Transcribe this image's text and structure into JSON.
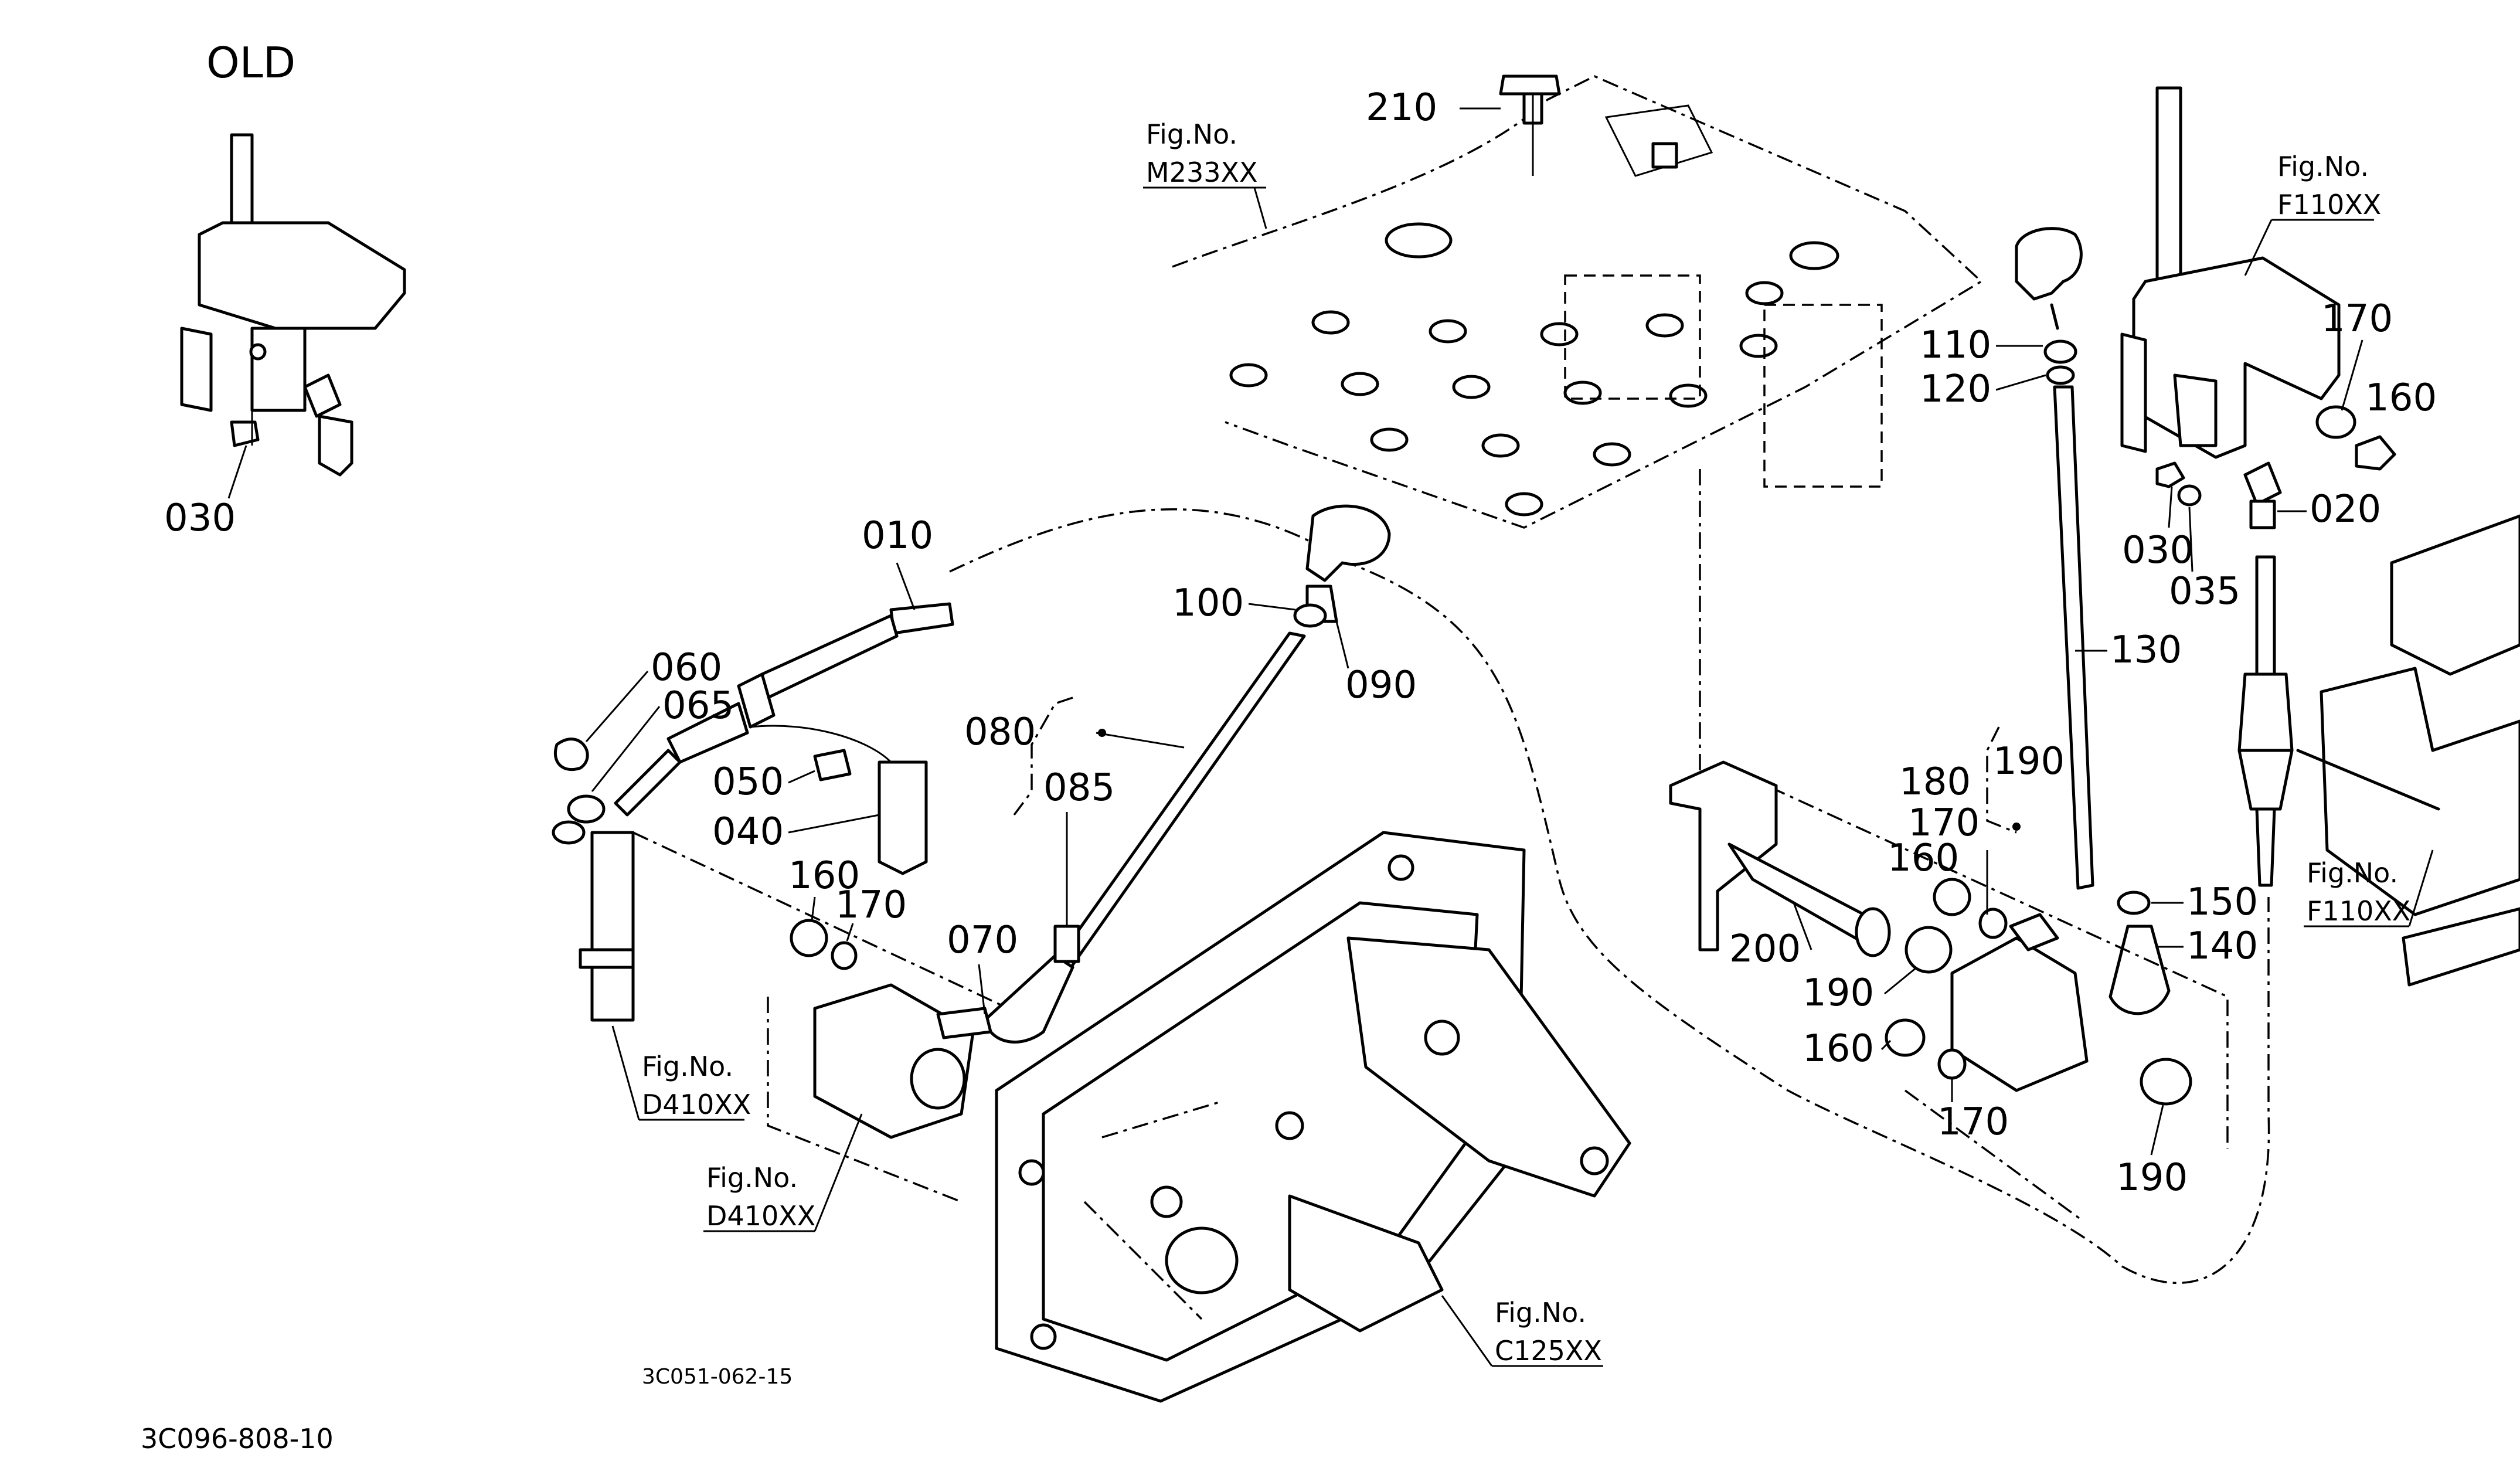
{
  "diagram": {
    "title": "OLD",
    "code_small": "3C051-062-15",
    "code_large": "3C096-808-10",
    "fig_prefix": "Fig.No.",
    "fig_refs": {
      "m233": "M233XX",
      "f110_top": "F110XX",
      "f110_right": "F110XX",
      "d410_a": "D410XX",
      "d410_b": "D410XX",
      "c125": "C125XX"
    },
    "parts": {
      "p210": "210",
      "p030_old": "030",
      "p010": "010",
      "p060": "060",
      "p065": "065",
      "p050": "050",
      "p040": "040",
      "p160_left": "160",
      "p170_left": "170",
      "p070": "070",
      "p080": "080",
      "p085": "085",
      "p100": "100",
      "p090": "090",
      "p110": "110",
      "p120": "120",
      "p130": "130",
      "p030_right": "030",
      "p035": "035",
      "p020": "020",
      "p170_top": "170",
      "p160_top": "160",
      "p180": "180",
      "p190_top": "190",
      "p170_mid": "170",
      "p160_mid": "160",
      "p200": "200",
      "p190_mid": "190",
      "p160_low": "160",
      "p170_low": "170",
      "p190_low": "190",
      "p150": "150",
      "p140": "140"
    }
  }
}
